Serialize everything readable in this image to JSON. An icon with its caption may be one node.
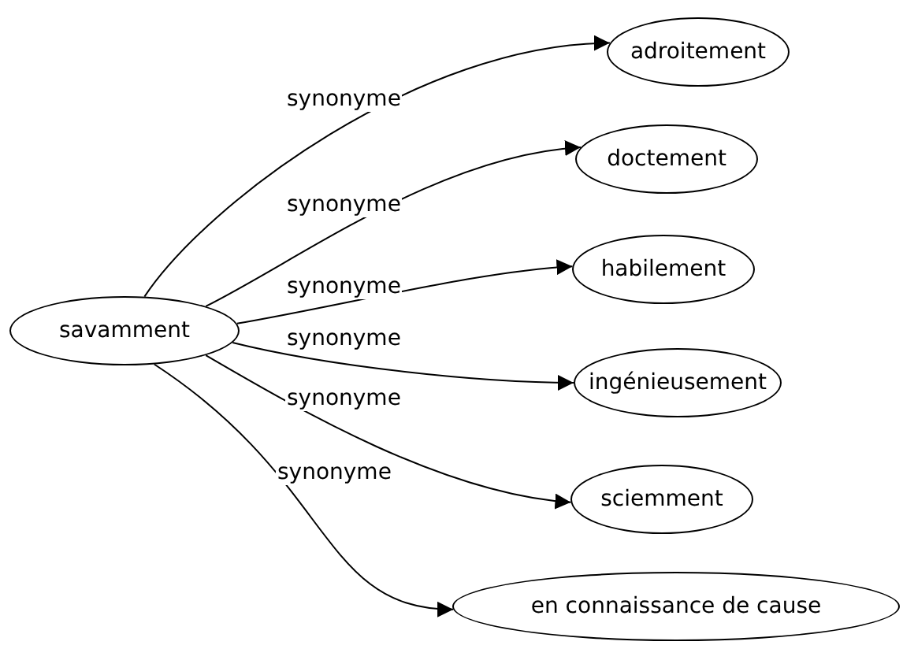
{
  "diagram": {
    "nodes": [
      {
        "text": [
          "savamment"
        ]
      },
      {
        "text": [
          "adroitement"
        ]
      },
      {
        "text": [
          "doctement"
        ]
      },
      {
        "text": [
          "habilement"
        ]
      },
      {
        "text": [
          "ingénieusement"
        ]
      },
      {
        "text": [
          "sciemment"
        ]
      },
      {
        "text": [
          "en connaissance de cause"
        ]
      }
    ],
    "edges": [
      {
        "from": 0,
        "to": 1,
        "arrow": "to",
        "label": "synonyme"
      },
      {
        "from": 0,
        "to": 2,
        "arrow": "to",
        "label": "synonyme"
      },
      {
        "from": 0,
        "to": 3,
        "arrow": "to",
        "label": "synonyme"
      },
      {
        "from": 0,
        "to": 4,
        "arrow": "to",
        "label": "synonyme"
      },
      {
        "from": 0,
        "to": 5,
        "arrow": "to",
        "label": "synonyme"
      },
      {
        "from": 0,
        "to": 6,
        "arrow": "to",
        "label": "synonyme"
      }
    ]
  }
}
